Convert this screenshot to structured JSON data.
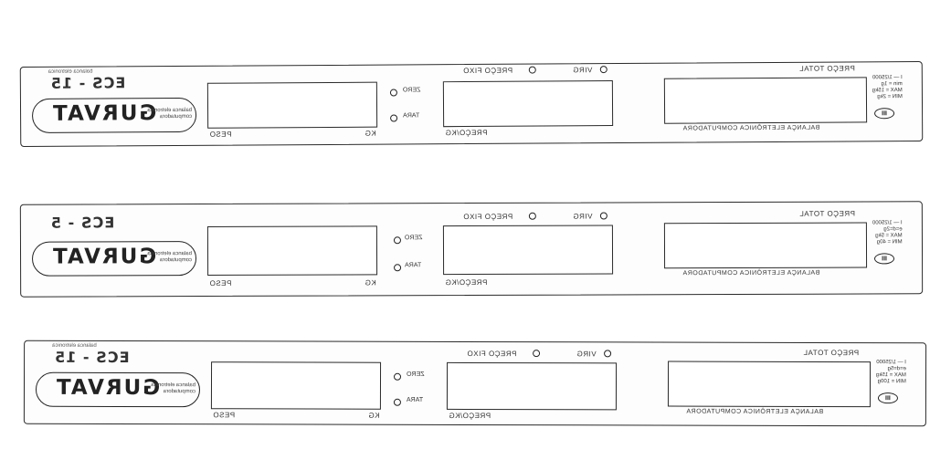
{
  "scales": [
    {
      "model": "ECS - 15",
      "model_small": "balanca eletronica",
      "brand": "GURVAT",
      "brand_sub": "balanca eletronica computadora",
      "weight_label": "PESO",
      "weight_unit": "KG",
      "price_label": "PREÇO/KG",
      "total_label": "PREÇO TOTAL",
      "fixed_price_label": "PREÇO FIXO",
      "net_label": "VIRG",
      "zero_label": "ZERO",
      "tare_label": "TARA",
      "footer": "BALANÇA ELETRÔNICA COMPUTADORA",
      "spec": "I — 1/25000\nmin = 1g\nMAX = 15kg\nMIN = 2kg",
      "class": "III"
    },
    {
      "model": "ECS - 5",
      "model_small": "",
      "brand": "GURVAT",
      "brand_sub": "balanca eletronica computadora",
      "weight_label": "PESO",
      "weight_unit": "KG",
      "price_label": "PREÇO/KG",
      "total_label": "PREÇO TOTAL",
      "fixed_price_label": "PREÇO FIXO",
      "net_label": "VIRG",
      "zero_label": "ZERO",
      "tare_label": "TARA",
      "footer": "BALANÇA ELETRÔNICA COMPUTADORA",
      "spec": "I — 1/25000\ne=d=2g\nMAX = 5kg\nMIN = 40g",
      "class": "III"
    },
    {
      "model": "ECS - 15",
      "model_small": "balanca eletronica",
      "brand": "GURVAT",
      "brand_sub": "balanca eletronica computadora",
      "weight_label": "PESO",
      "weight_unit": "KG",
      "price_label": "PREÇO/KG",
      "total_label": "PREÇO TOTAL",
      "fixed_price_label": "PREÇO FIXO",
      "net_label": "VIRG",
      "zero_label": "ZERO",
      "tare_label": "TARA",
      "footer": "BALANÇA ELETRÔNICA COMPUTADORA",
      "spec": "I — 1/25000\ne=d=5g\nMAX = 15kg\nMIN = 100g",
      "class": "III"
    }
  ]
}
